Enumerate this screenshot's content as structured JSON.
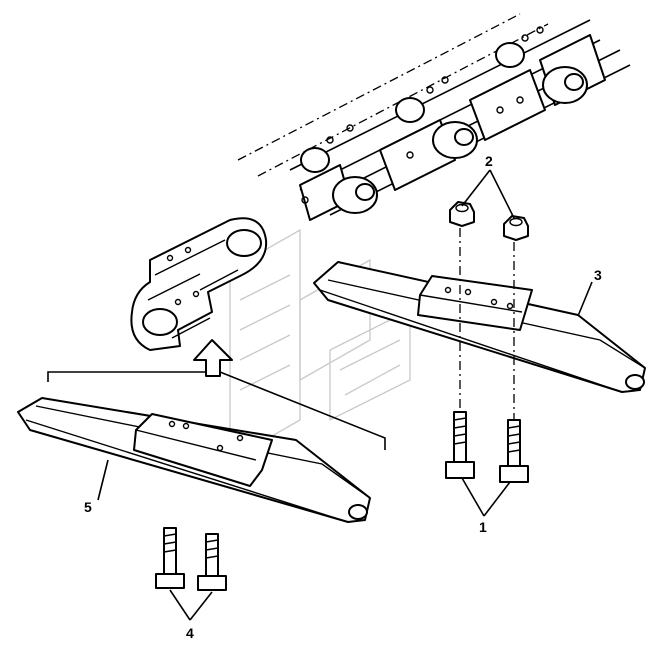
{
  "callouts": {
    "bolts_pair_a": "1",
    "nuts": "2",
    "shoe_a": "3",
    "bolts_pair_b": "4",
    "shoe_b": "5"
  },
  "colors": {
    "line": "#000000",
    "background": "#ffffff",
    "watermark": "#c9c9c9"
  }
}
